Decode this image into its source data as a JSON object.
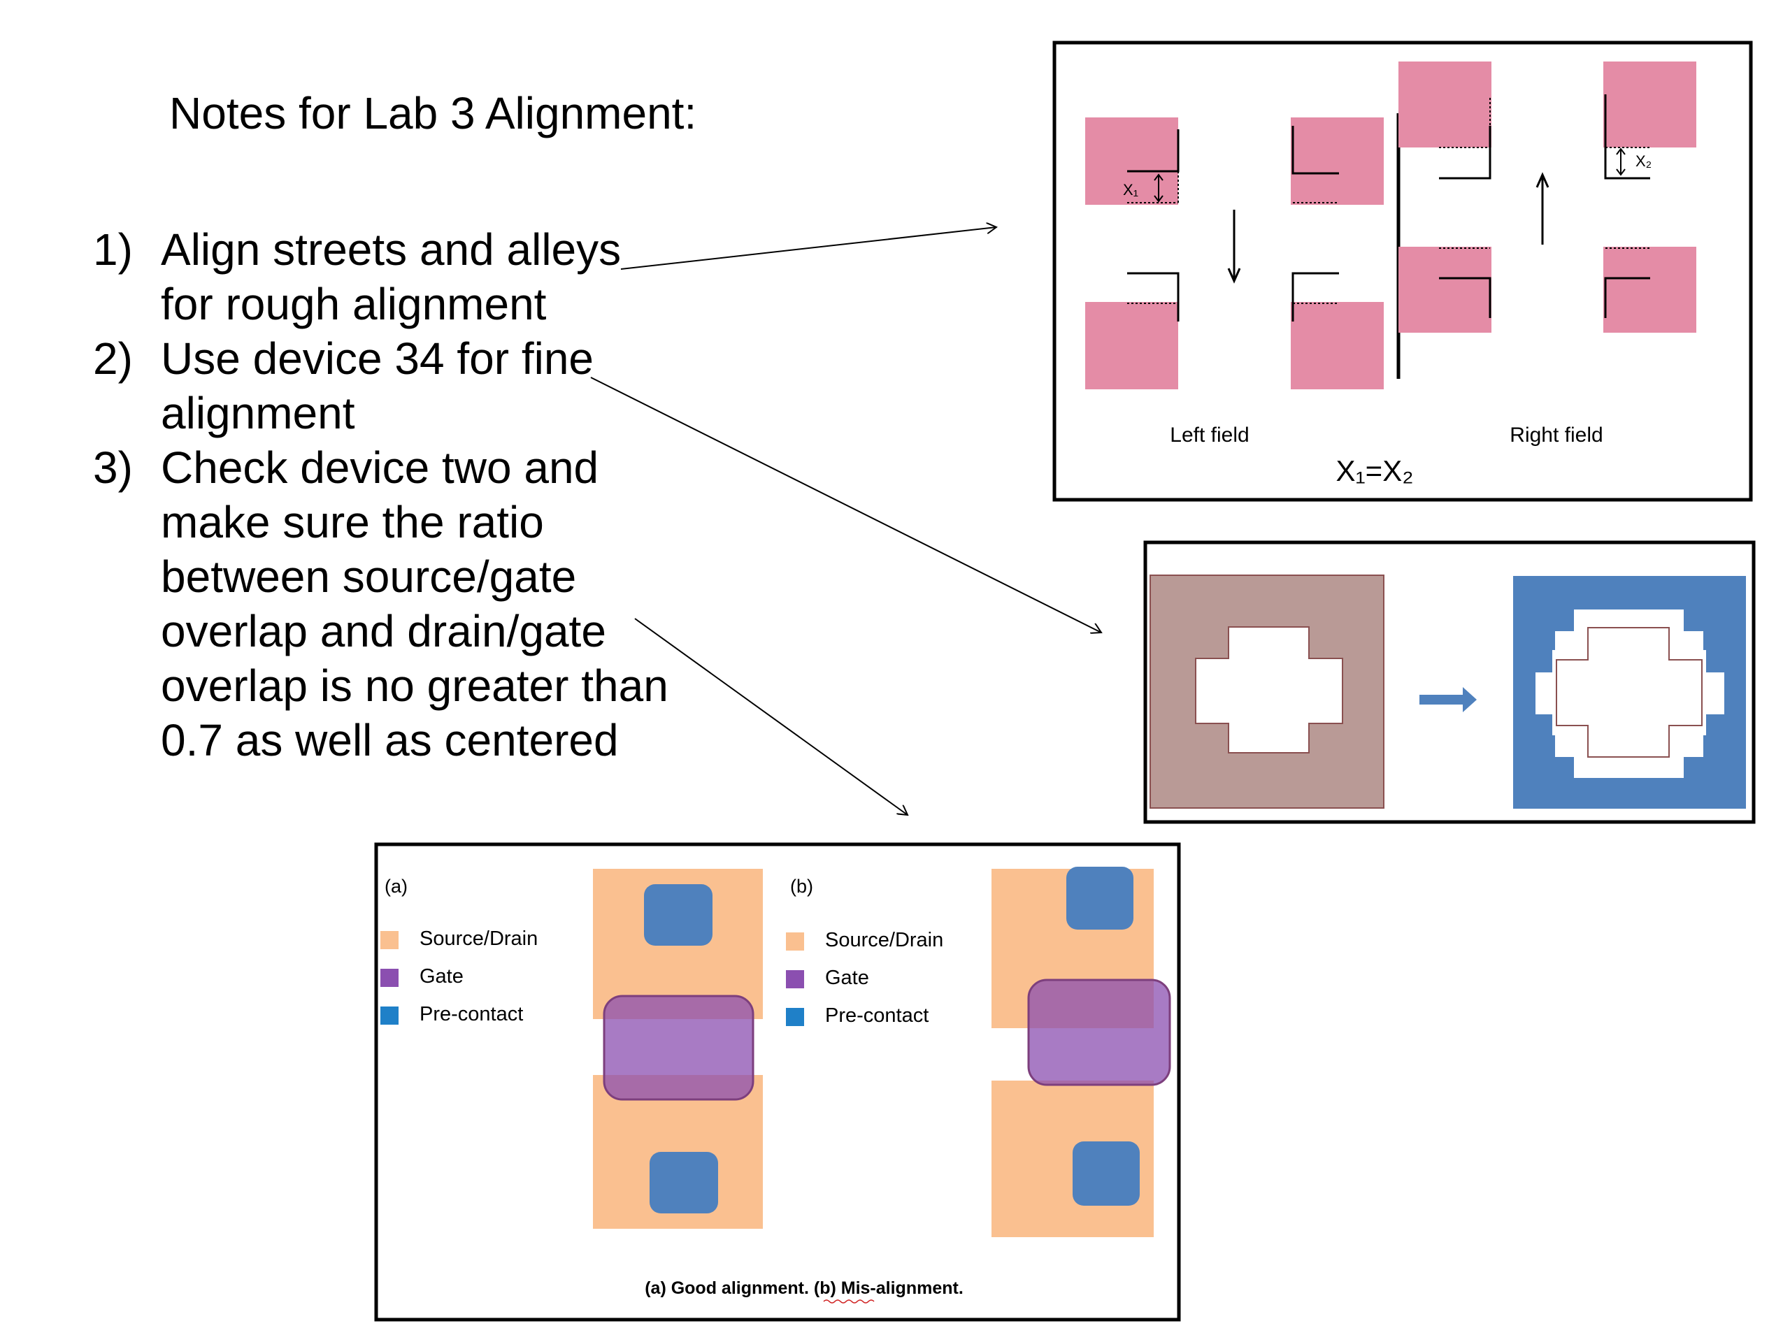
{
  "title": "Notes for Lab 3 Alignment:",
  "notes": [
    {
      "num": "1)",
      "lines": [
        "Align streets and alleys",
        "for rough alignment"
      ]
    },
    {
      "num": "2)",
      "lines": [
        "Use device 34 for fine",
        "alignment"
      ]
    },
    {
      "num": "3)",
      "lines": [
        "Check device two and",
        "make sure the ratio",
        "between source/gate",
        "overlap and drain/gate",
        "overlap is no greater than",
        "0.7 as well as centered"
      ]
    }
  ],
  "field_figure": {
    "left_label": "Left field",
    "right_label": "Right field",
    "equation": "X₁=X₂",
    "x1_label": "X₁",
    "x2_label": "X₂"
  },
  "transistor_figure": {
    "panel_a": "(a)",
    "panel_b": "(b)",
    "legend": [
      "Source/Drain",
      "Gate",
      "Pre-contact"
    ],
    "caption": "(a) Good alignment. (b) Mis-alignment."
  },
  "colors": {
    "pink": "#e48ca6",
    "mauve": "#b99a96",
    "blue_field": "#4f81bd",
    "source_drain": "#fac090",
    "gate": "#8b4fb0",
    "pre_contact": "#4f81bd"
  }
}
